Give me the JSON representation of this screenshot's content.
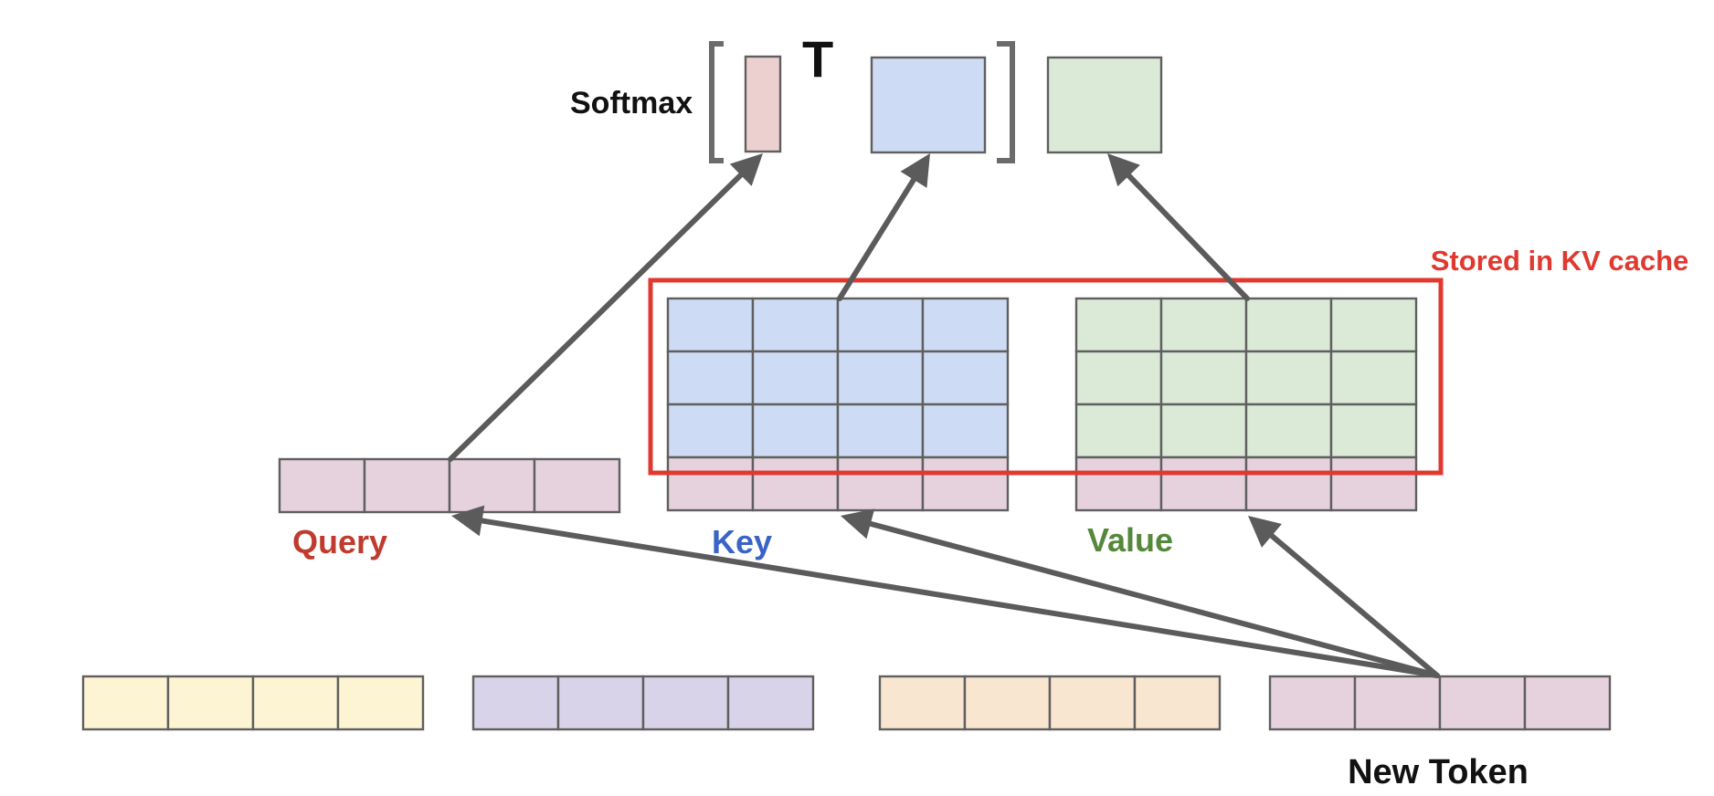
{
  "labels": {
    "softmax": "Softmax",
    "transpose": "T",
    "cache": "Stored in KV cache",
    "query": "Query",
    "key": "Key",
    "value": "Value",
    "new_token": "New Token"
  },
  "colors": {
    "query_cell": "#e6d2dd",
    "key_cell": "#cddcf4",
    "value_cell": "#dbead7",
    "query_top": "#ecd0d0",
    "cache_box": "#e0392f",
    "query_text": "#bf3b2e",
    "key_text": "#3a63c8",
    "value_text": "#54883a",
    "token_yellow": "#fcf4d2",
    "token_purple": "#d8d3e8",
    "token_orange": "#f8e6d0",
    "token_pink": "#e6d2dd",
    "arrow": "#5b5b5b",
    "text_dark": "#111111"
  },
  "icons": {
    "arrow": "arrow-icon",
    "bracket": "bracket-icon"
  }
}
